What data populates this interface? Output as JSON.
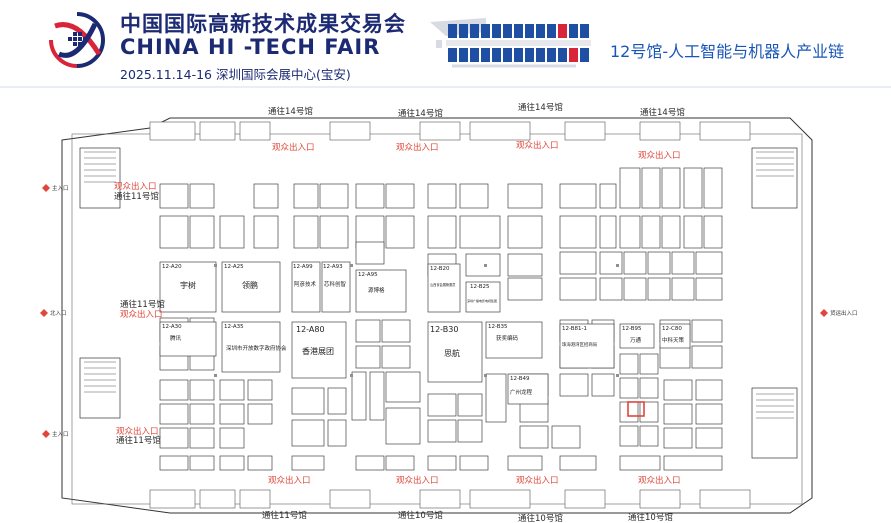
{
  "header": {
    "title_cn": "中国国际高新技术成果交易会",
    "title_en": "CHINA HI -TECH FAIR",
    "date_venue": "2025.11.14-16 深圳国际会展中心(宝安)",
    "hall_title": "12号馆-人工智能与机器人产业链",
    "colors": {
      "brand_navy": "#1c2a73",
      "brand_red": "#d8253a",
      "hall_blue": "#1a56b8",
      "minimap_blue": "#1f4fa3",
      "minimap_red": "#d8253a"
    }
  },
  "floorplan": {
    "passages": {
      "top_left": "通往14号馆",
      "top_mid": "通往14号馆",
      "top_right1": "通往14号馆",
      "top_right2": "通往14号馆",
      "bottom_left": "通往11号馆",
      "bottom_mid": "通往10号馆",
      "bottom_right1": "通往10号馆",
      "bottom_right2": "通往10号馆",
      "left_upper": "通往11号馆",
      "left_mid": "通往11号馆",
      "left_lower": "通往11号馆"
    },
    "audience_exits": {
      "top_1": "观众出入口",
      "top_2": "观众出入口",
      "top_3": "观众出入口",
      "top_4": "观众出入口",
      "left_1": "观众出入口",
      "left_2": "观众出入口",
      "left_3": "观众出入口",
      "bottom_1": "观众出入口",
      "bottom_2": "观众出入口",
      "bottom_3": "观众出入口",
      "bottom_4": "观众出入口"
    },
    "main_entrances": {
      "left_1": "主入口",
      "left_2": "北入口",
      "left_3": "主入口",
      "right": "货运出入口"
    },
    "booths": [
      {
        "id": "12-A20",
        "name": "宇树"
      },
      {
        "id": "12-A25",
        "name": "领鹏"
      },
      {
        "id": "12-A99",
        "name": "阿彦技术"
      },
      {
        "id": "12-A93",
        "name": "芯科创智"
      },
      {
        "id": "12-A95",
        "name": "源博格"
      },
      {
        "id": "12-A30",
        "name": "腾讯"
      },
      {
        "id": "12-A35",
        "name": "深圳市开放数字政府协会"
      },
      {
        "id": "12-A80",
        "name": "香港展团"
      },
      {
        "id": "12-B30",
        "name": "思航"
      },
      {
        "id": "12-B35",
        "name": "获奖编码"
      },
      {
        "id": "12-B20",
        "name": "山西省会展管委员"
      },
      {
        "id": "12-B25",
        "name": "深圳广播电影电视集团"
      },
      {
        "id": "12-B49",
        "name": "广州龙程"
      },
      {
        "id": "12-B81-1",
        "name": "珠海港湾区招商局"
      },
      {
        "id": "12-B95",
        "name": "万通"
      },
      {
        "id": "12-C80",
        "name": "中科天策"
      }
    ]
  }
}
